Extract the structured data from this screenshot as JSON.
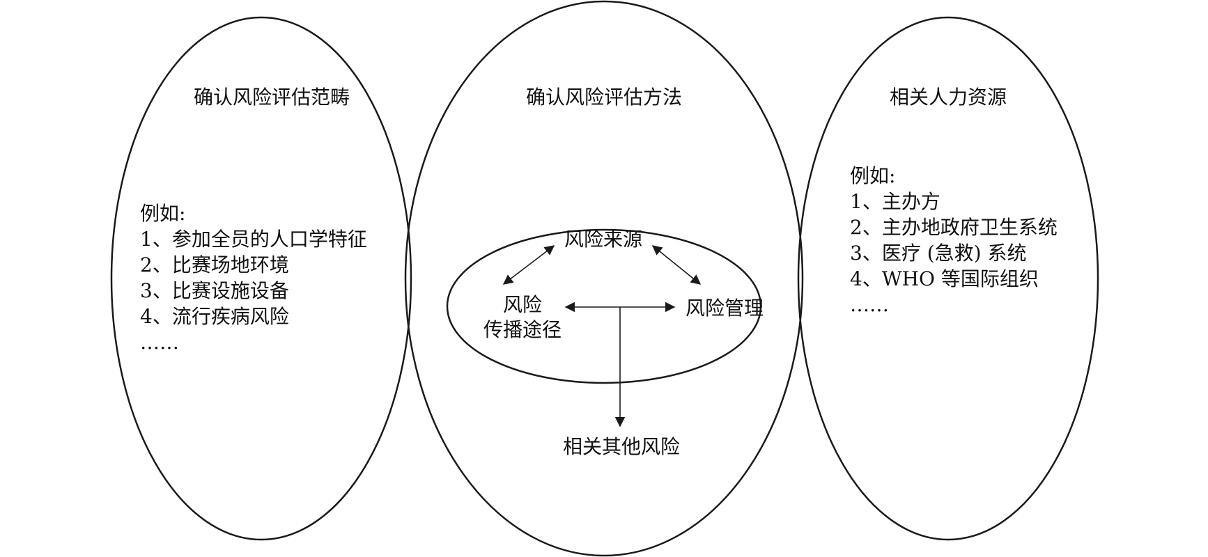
{
  "left": {
    "title": "确认风险评估范畴",
    "intro": "例如:",
    "items": [
      "1、参加全员的人口学特征",
      "2、比赛场地环境",
      "3、比赛设施设备",
      "4、流行疾病风险",
      "……"
    ]
  },
  "middle": {
    "title": "确认风险评估方法",
    "inner": {
      "top": "风险来源",
      "left_line1": "风险",
      "left_line2": "传播途径",
      "right": "风险管理"
    },
    "bottom": "相关其他风险"
  },
  "right": {
    "title": "相关人力资源",
    "intro": "例如:",
    "items": [
      "1、主办方",
      "2、主办地政府卫生系统",
      "3、医疗 (急救) 系统",
      "4、WHO 等国际组织",
      "……"
    ]
  },
  "colors": {
    "stroke": "#1a1a1a",
    "text": "#111111",
    "background": "#ffffff"
  }
}
